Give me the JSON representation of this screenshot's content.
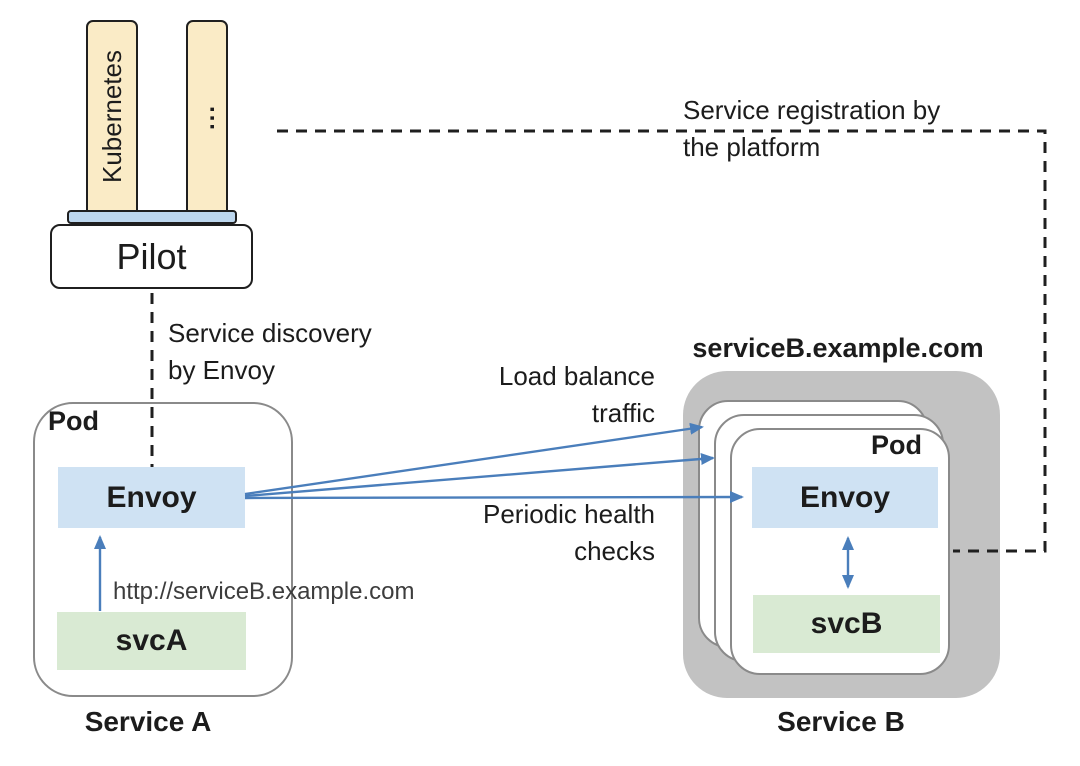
{
  "colors": {
    "bar_cream": "#FAEBC6",
    "platform_connector_blue": "#BDD7EE",
    "envoy_blue": "#CFE2F3",
    "svc_green": "#D9EAD3",
    "cluster_gray": "#C2C2C2",
    "arrow_blue": "#4A7EBB",
    "dashed_line_black": "#1f1f1f",
    "pod_border_gray": "#8A8A8A"
  },
  "platform": {
    "kubernetes_label": "Kubernetes",
    "more_adapters_label": "...",
    "pilot_label": "Pilot"
  },
  "annotations": {
    "service_registration": "Service registration by\nthe platform",
    "service_discovery": "Service discovery\nby Envoy",
    "load_balance": "Load balance\ntraffic",
    "periodic_health": "Periodic health\nchecks",
    "http_request_url": "http://serviceB.example.com"
  },
  "service_a": {
    "pod_label": "Pod",
    "envoy_label": "Envoy",
    "svc_label": "svcA",
    "caption": "Service A"
  },
  "service_b": {
    "domain": "serviceB.example.com",
    "pod_label": "Pod",
    "envoy_label": "Envoy",
    "svc_label": "svcB",
    "caption": "Service B"
  }
}
